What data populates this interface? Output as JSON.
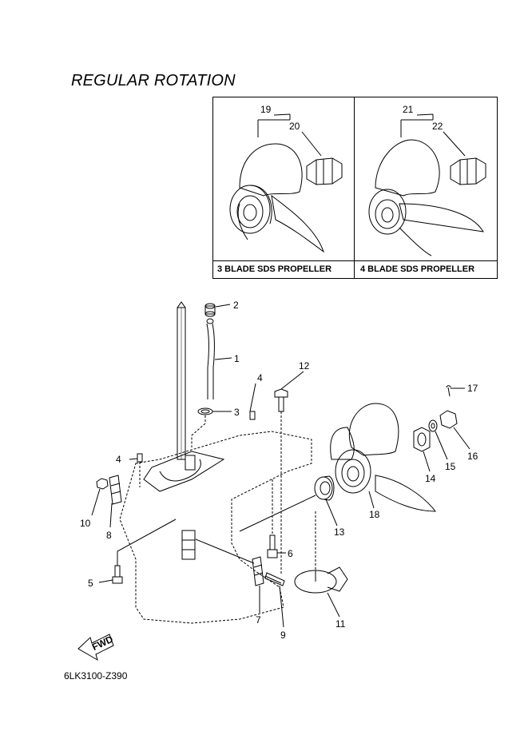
{
  "title": "REGULAR ROTATION",
  "diagram_code": "6LK3100-Z390",
  "insets": [
    {
      "caption": "3 BLADE SDS PROPELLER",
      "labels": [
        "19",
        "20"
      ]
    },
    {
      "caption": "4 BLADE SDS PROPELLER",
      "labels": [
        "21",
        "22"
      ]
    }
  ],
  "fwd_label": "FWD",
  "callouts": {
    "c1": "1",
    "c2": "2",
    "c3": "3",
    "c4a": "4",
    "c4b": "4",
    "c5": "5",
    "c6": "6",
    "c7": "7",
    "c8": "8",
    "c9": "9",
    "c10": "10",
    "c11": "11",
    "c12": "12",
    "c13": "13",
    "c14": "14",
    "c15": "15",
    "c16": "16",
    "c17": "17",
    "c18": "18"
  }
}
